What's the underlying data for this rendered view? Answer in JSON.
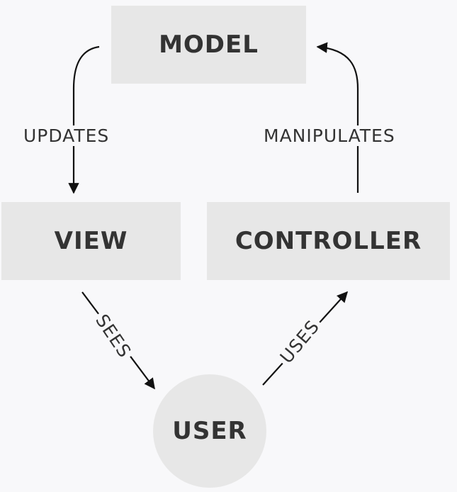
{
  "nodes": {
    "model": "MODEL",
    "view": "VIEW",
    "controller": "CONTROLLER",
    "user": "USER"
  },
  "edges": {
    "updates": "UPDATES",
    "manipulates": "MANIPULATES",
    "sees": "SEES",
    "uses": "USES"
  },
  "colors": {
    "background": "#f8f8fa",
    "node_fill": "#e7e7e7",
    "text": "#333333",
    "arrow": "#111111"
  }
}
